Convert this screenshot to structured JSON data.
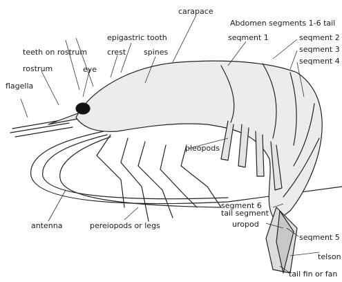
{
  "labels": {
    "carapace": "carapace",
    "abdomen_segments": "Abdomen segments 1-6 tail",
    "epigastric_tooth": "epigastric tooth",
    "segment_1": "seqment 1",
    "segment_2": "seqment 2",
    "segment_3": "seqment 3",
    "segment_4": "seqment 4",
    "teeth_on_rostrum": "teeth on rostrum",
    "crest": "crest",
    "spines": "spines",
    "rostrum": "rostrum",
    "eye": "eye",
    "flagella": "flagella",
    "pleopods": "pleopods",
    "segment_6": "segment 6",
    "tail_segment": "tail segment",
    "uropod": "uropod",
    "antenna": "antenna",
    "pereiopods": "pereiopods or legs",
    "segment_5": "seqment 5",
    "telson": "telson",
    "tail_fin": "tail fin or fan"
  }
}
